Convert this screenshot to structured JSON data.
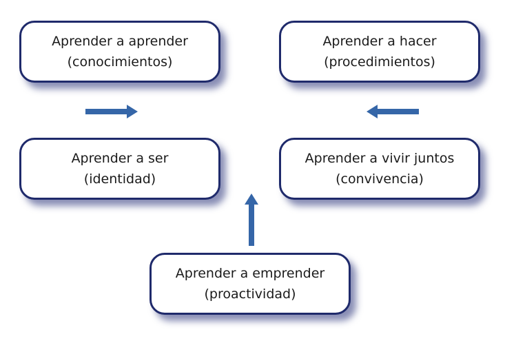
{
  "accent_color": "#3566a8",
  "border_color": "#1f2a6b",
  "boxes": {
    "aprender": {
      "title": "Aprender a aprender",
      "subtitle": "(conocimientos)"
    },
    "hacer": {
      "title": "Aprender a hacer",
      "subtitle": "(procedimientos)"
    },
    "ser": {
      "title": "Aprender a ser",
      "subtitle": "(identidad)"
    },
    "vivir": {
      "title": "Aprender a vivir juntos",
      "subtitle": "(convivencia)"
    },
    "emprender": {
      "title": "Aprender a emprender",
      "subtitle": "(proactividad)"
    }
  },
  "arrows": [
    "arrow-right",
    "arrow-left",
    "arrow-up"
  ]
}
